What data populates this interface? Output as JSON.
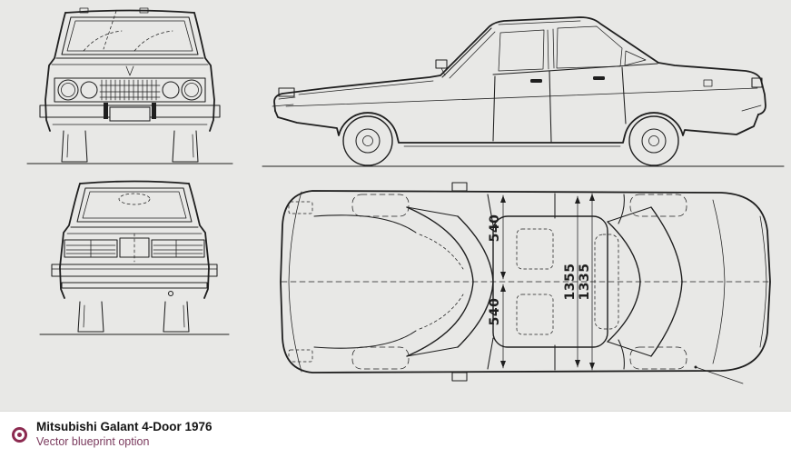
{
  "page": {
    "background_color": "#e8e8e6",
    "ink_color": "#1f1f1f"
  },
  "blueprint": {
    "views": [
      {
        "id": "front-view"
      },
      {
        "id": "side-view"
      },
      {
        "id": "rear-view"
      },
      {
        "id": "top-view"
      }
    ],
    "dimensions": {
      "front_half_width": "540",
      "rear_half_width": "540",
      "width_front": "1355",
      "width_rear": "1335"
    }
  },
  "footer": {
    "icon": "bullseye-icon",
    "title": "Mitsubishi Galant 4-Door 1976",
    "subtitle": "Vector blueprint option",
    "accent_color": "#8c2a50",
    "title_color": "#141414",
    "subtitle_color": "#7b3b5e",
    "background_color": "#ffffff"
  }
}
